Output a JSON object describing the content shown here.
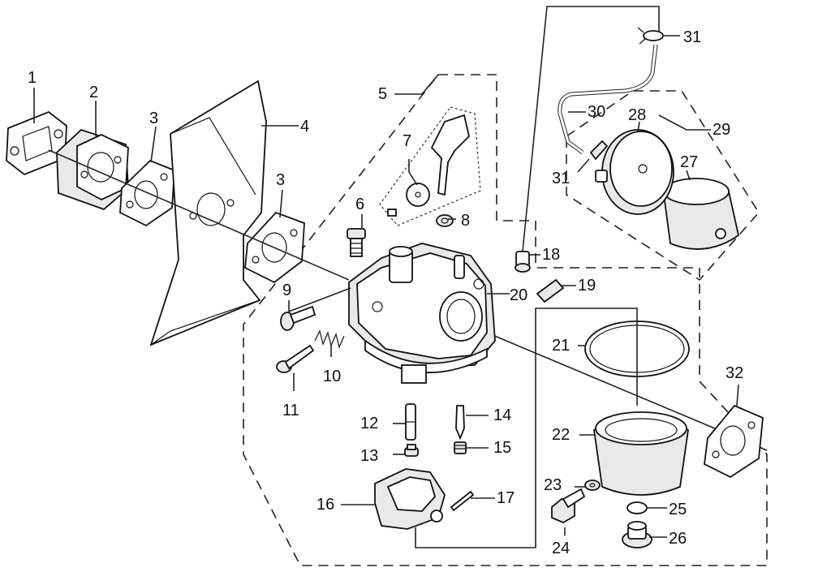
{
  "diagram": {
    "labels": [
      "1",
      "2",
      "3",
      "4",
      "3",
      "5",
      "6",
      "7",
      "8",
      "9",
      "10",
      "11",
      "12",
      "13",
      "14",
      "15",
      "16",
      "17",
      "18",
      "19",
      "20",
      "21",
      "22",
      "23",
      "24",
      "25",
      "26",
      "27",
      "28",
      "29",
      "30",
      "31",
      "31",
      "32"
    ]
  }
}
